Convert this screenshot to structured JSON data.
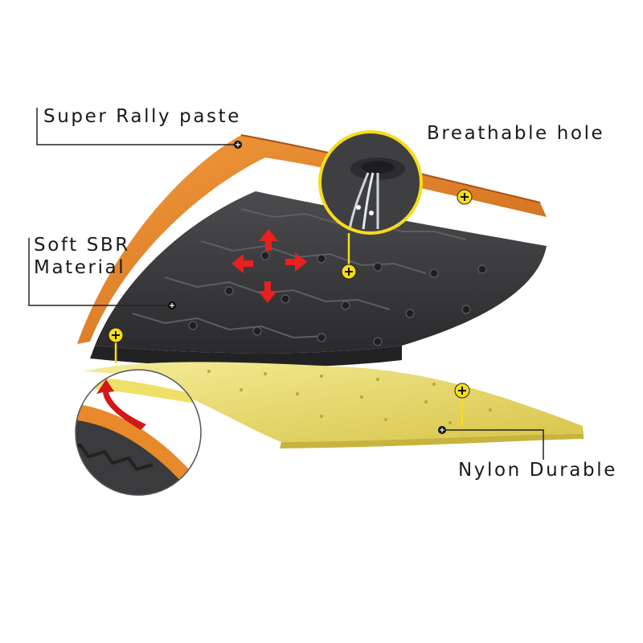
{
  "labels": {
    "super_rally_paste": "Super Rally paste",
    "breathable_hole": "Breathable hole",
    "soft_sbr_line1": "Soft SBR",
    "soft_sbr_line2": "Material",
    "nylon_durable": "Nylon Durable"
  },
  "colors": {
    "orange_layer": "#e8892c",
    "rubber_layer": "#3b3b3d",
    "nylon_layer": "#efe06a",
    "marker_yellow": "#f7dc1a",
    "arrow_red": "#e82020"
  },
  "icons": {
    "marker": "plus-circle-icon",
    "direction": "arrow-icon"
  }
}
